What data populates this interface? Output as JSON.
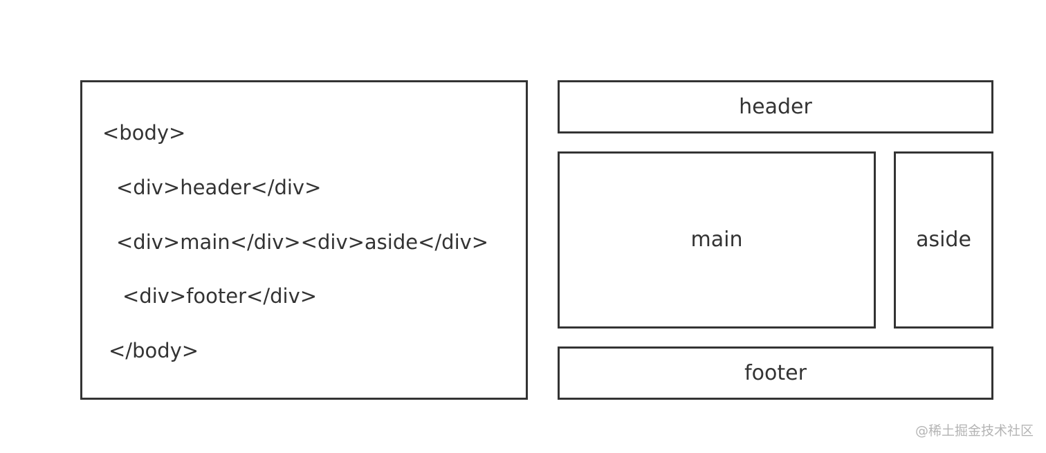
{
  "code_panel": {
    "lines": [
      "<body>",
      "<div>header</div>",
      "<div>main</div><div>aside</div>",
      "<div>footer</div>",
      "</body>"
    ]
  },
  "layout_panel": {
    "header_label": "header",
    "main_label": "main",
    "aside_label": "aside",
    "footer_label": "footer"
  },
  "watermark": {
    "text": "@稀土掘金技术社区"
  },
  "colors": {
    "stroke": "#333333",
    "text": "#333333",
    "watermark": "#b4b4b4",
    "background": "#ffffff"
  }
}
